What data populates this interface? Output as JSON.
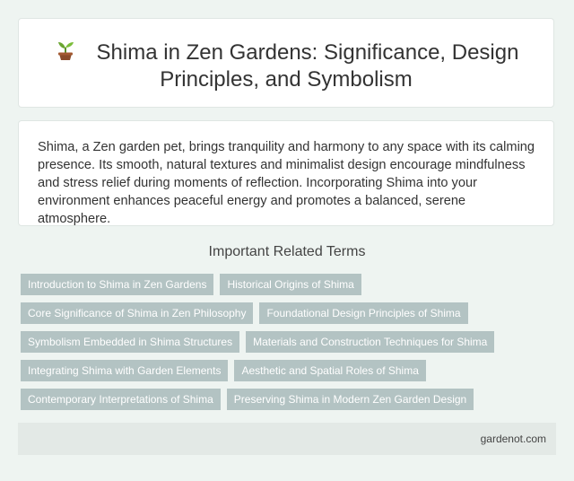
{
  "header": {
    "icon": "sprout-icon",
    "title": "Shima in Zen Gardens: Significance, Design Principles, and Symbolism"
  },
  "description": "Shima, a Zen garden pet, brings tranquility and harmony to any space with its calming presence. Its smooth, natural textures and minimalist design encourage mindfulness and stress relief during moments of reflection. Incorporating Shima into your environment enhances peaceful energy and promotes a balanced, serene atmosphere.",
  "related": {
    "title": "Important Related Terms",
    "tags": [
      "Introduction to Shima in Zen Gardens",
      "Historical Origins of Shima",
      "Core Significance of Shima in Zen Philosophy",
      "Foundational Design Principles of Shima",
      "Symbolism Embedded in Shima Structures",
      "Materials and Construction Techniques for Shima",
      "Integrating Shima with Garden Elements",
      "Aesthetic and Spatial Roles of Shima",
      "Contemporary Interpretations of Shima",
      "Preserving Shima in Modern Zen Garden Design"
    ]
  },
  "footer": {
    "site": "gardenot.com"
  },
  "colors": {
    "background": "#eef4f1",
    "tag": "#b3c3c3",
    "footer": "#e3e9e6"
  }
}
